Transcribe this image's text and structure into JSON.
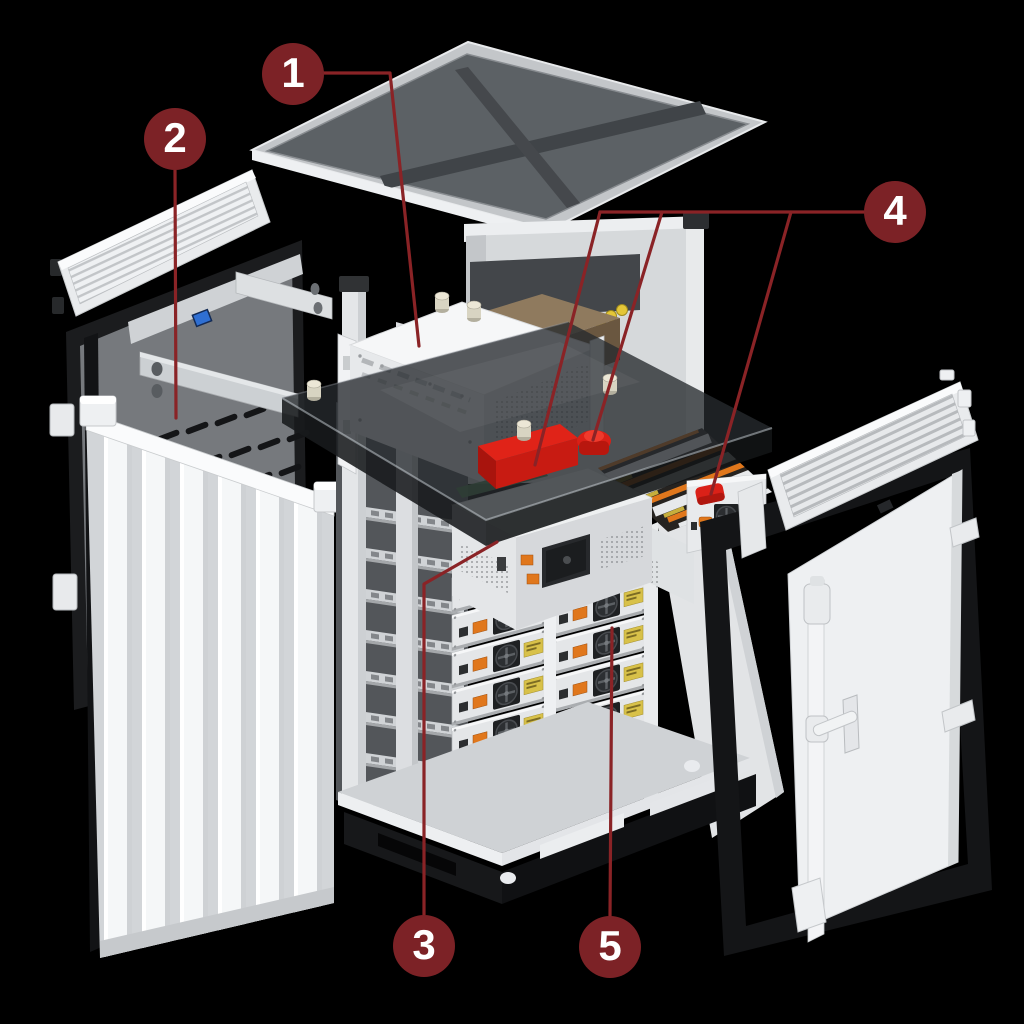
{
  "callouts": [
    {
      "label": "1"
    },
    {
      "label": "2"
    },
    {
      "label": "3"
    },
    {
      "label": "4"
    },
    {
      "label": "5"
    }
  ],
  "colors": {
    "background": "#000000",
    "callout_fill": "#7c2226",
    "callout_text": "#ffffff",
    "leader_line": "#8a2326",
    "highlight_red": "#e02318",
    "connector_orange": "#e0771c",
    "label_yellow": "#d8c149",
    "indicator_blue": "#2e86c8"
  }
}
